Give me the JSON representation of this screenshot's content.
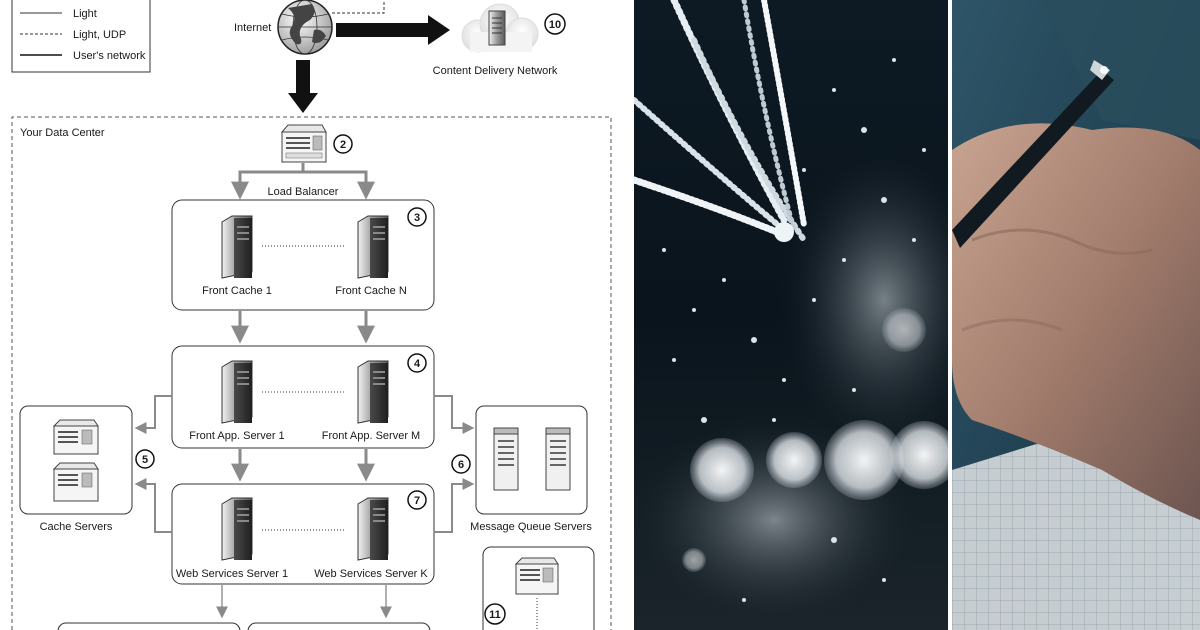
{
  "legend": {
    "items": [
      {
        "label": "Light",
        "style": "solid"
      },
      {
        "label": "Light, UDP",
        "style": "dashed"
      },
      {
        "label": "User's network",
        "style": "solid"
      }
    ]
  },
  "internet": {
    "label": "Internet"
  },
  "cdn": {
    "label": "Content Delivery Network",
    "badge": "10"
  },
  "datacenter": {
    "label": "Your Data Center"
  },
  "load_balancer": {
    "label": "Load Balancer",
    "badge": "2"
  },
  "front_cache": {
    "badge": "3",
    "first_label": "Front Cache 1",
    "last_label": "Front Cache N"
  },
  "front_app": {
    "badge": "4",
    "first_label": "Front App. Server 1",
    "last_label": "Front App. Server M"
  },
  "web_services": {
    "badge": "7",
    "first_label": "Web Services Server 1",
    "last_label": "Web Services Server K"
  },
  "cache_servers": {
    "label": "Cache Servers",
    "badge": "5"
  },
  "mq_servers": {
    "label": "Message Queue Servers",
    "badge": "6"
  },
  "batch": {
    "badge": "11"
  },
  "colors": {
    "photo_dna_bg": "#0a141c",
    "photo_hand_bg": "#2a4f63",
    "arrow_gray": "#8a8a8a",
    "arrow_black": "#111111"
  }
}
